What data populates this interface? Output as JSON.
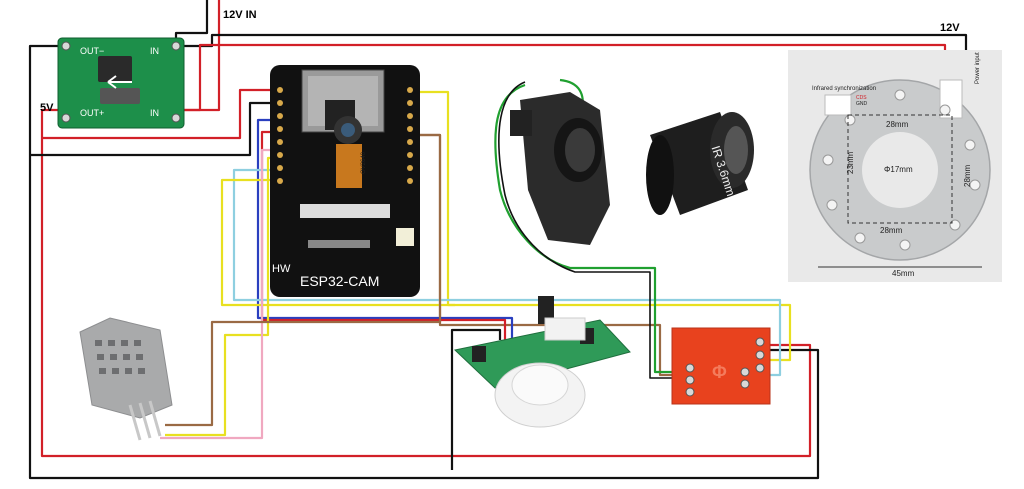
{
  "labels": {
    "vin": "12V IN",
    "v12": "12V",
    "v5": "5V"
  },
  "buck": {
    "out_minus": "OUT−",
    "out_plus": "OUT+",
    "in_top": "IN",
    "in_bottom": "IN"
  },
  "esp32": {
    "name": "ESP32-CAM",
    "brand": "HW",
    "ribbon_text": "OV2640"
  },
  "lens": {
    "text": "IR 3.6mm"
  },
  "ir_ring": {
    "sync_label": "Infrared synchronization",
    "cds": "CDS",
    "gnd": "GND",
    "power_input": "Power input",
    "dim_top": "28mm",
    "dim_left": "23mm",
    "dim_right": "28mm",
    "dim_bottom": "28mm",
    "dim_center": "Φ17mm",
    "dim_overall": "45mm"
  },
  "colors": {
    "red": "#d22028",
    "black": "#111111",
    "yellow": "#e8e020",
    "blue": "#2a3fbf",
    "lightblue": "#8ecfe0",
    "brown": "#9a6a44",
    "pink": "#f0a8c0",
    "green": "#20a030",
    "board_green": "#1d8f4a",
    "relay_red": "#e8421e"
  }
}
